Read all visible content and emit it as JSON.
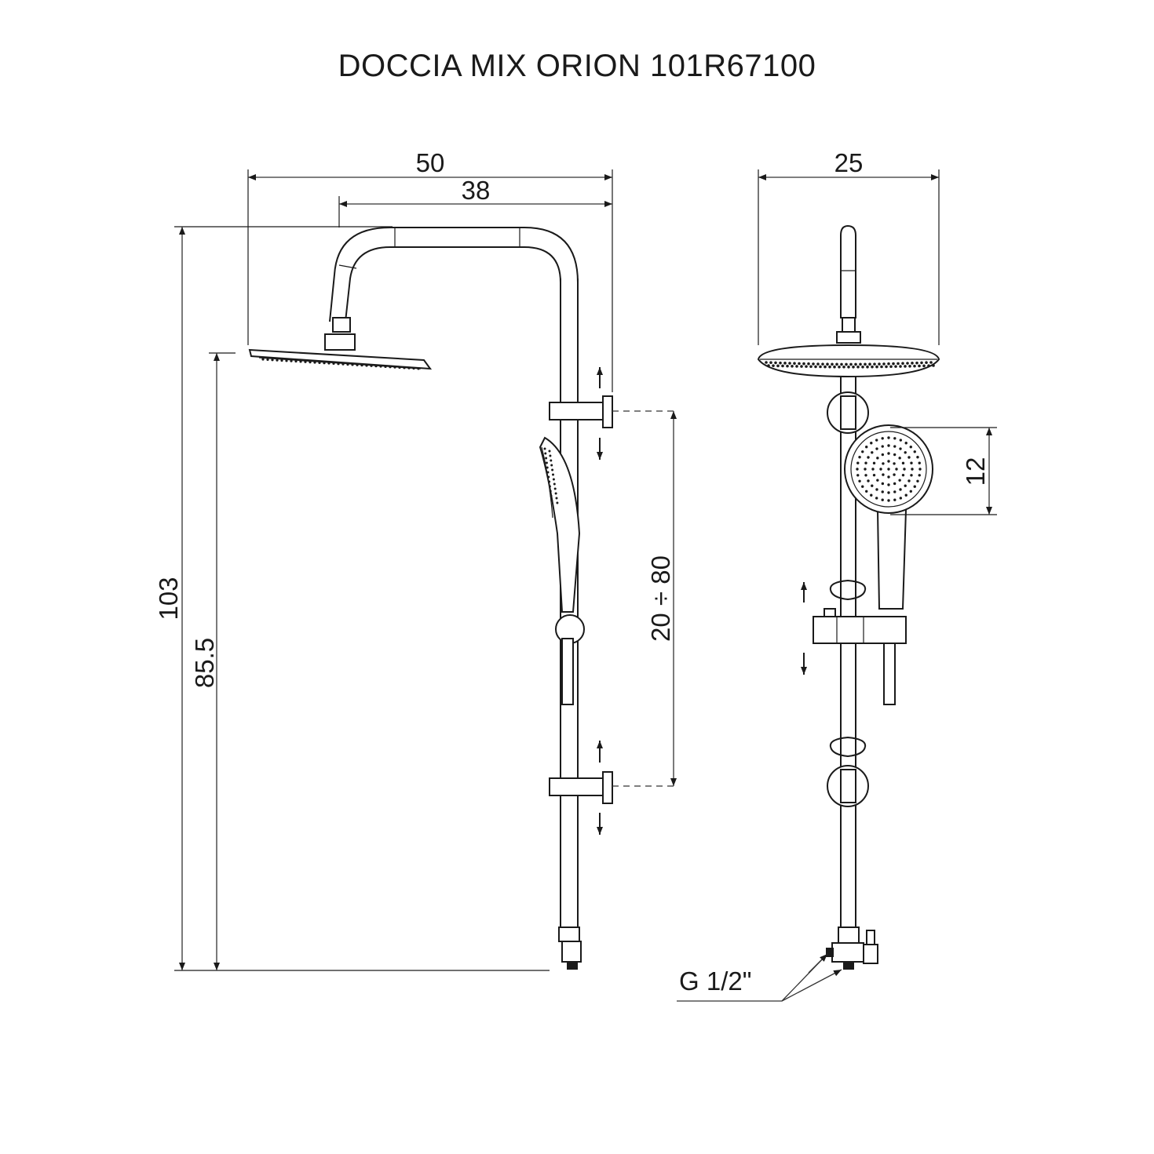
{
  "title": "DOCCIA MIX ORION 101R67100",
  "front_view": {
    "overall_width": "50",
    "arm_width": "38",
    "overall_height": "103",
    "head_height": "85.5",
    "bracket_range": "20 ÷ 80"
  },
  "side_view": {
    "overall_depth": "25",
    "handshower_diameter": "12",
    "connection": "G 1/2\""
  }
}
